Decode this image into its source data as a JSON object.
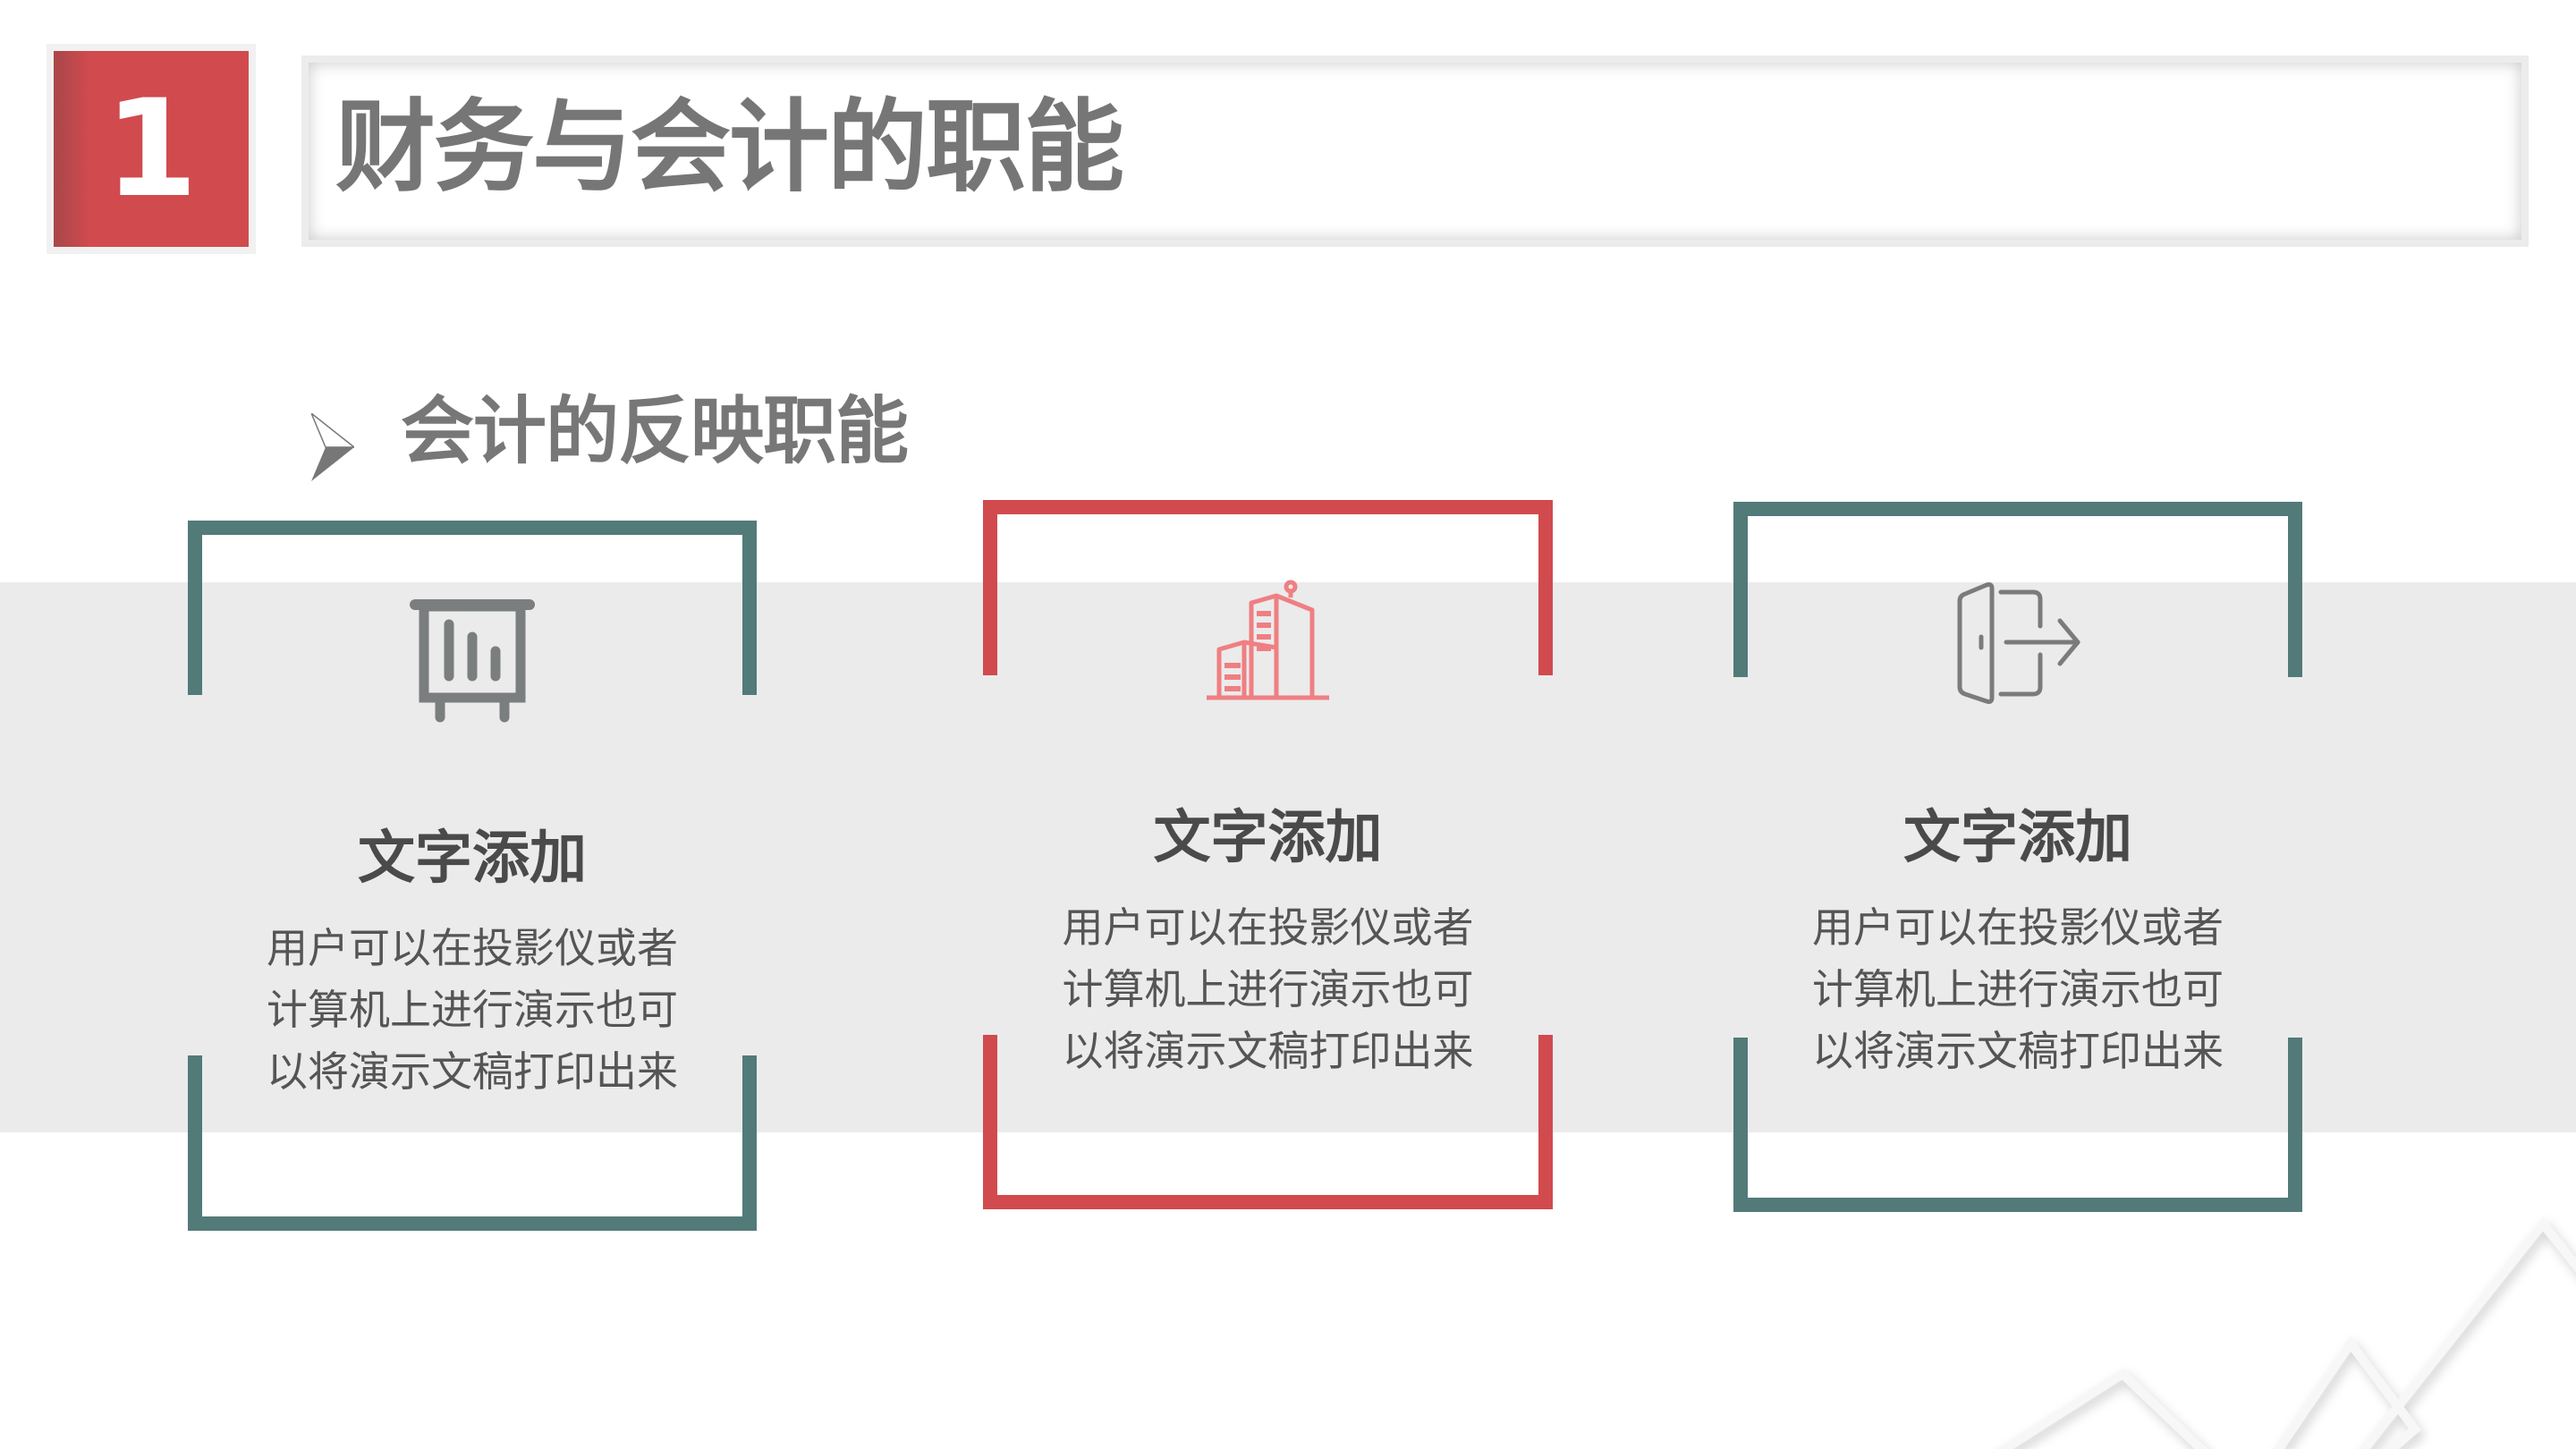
{
  "header": {
    "section_number": "1",
    "title": "财务与会计的职能"
  },
  "subtitle": {
    "bullet_icon": "arrow-right-bullet",
    "text": "会计的反映职能"
  },
  "colors": {
    "red": "#d14a4e",
    "teal": "#527a78",
    "band_gray": "#ebebeb",
    "icon_gray": "#7b7e7e",
    "icon_pink": "#ef7f82",
    "text_dark": "#4a4a4a",
    "text_body": "#555555"
  },
  "cards": [
    {
      "icon": "presentation-board-chart-icon",
      "accent": "teal",
      "heading": "文字添加",
      "lines": [
        "用户可以在投影仪或者",
        "计算机上进行演示也可",
        "以将演示文稿打印出来"
      ]
    },
    {
      "icon": "buildings-icon",
      "accent": "red",
      "heading": "文字添加",
      "lines": [
        "用户可以在投影仪或者",
        "计算机上进行演示也可",
        "以将演示文稿打印出来"
      ]
    },
    {
      "icon": "exit-door-icon",
      "accent": "teal",
      "heading": "文字添加",
      "lines": [
        "用户可以在投影仪或者",
        "计算机上进行演示也可",
        "以将演示文稿打印出来"
      ]
    }
  ]
}
